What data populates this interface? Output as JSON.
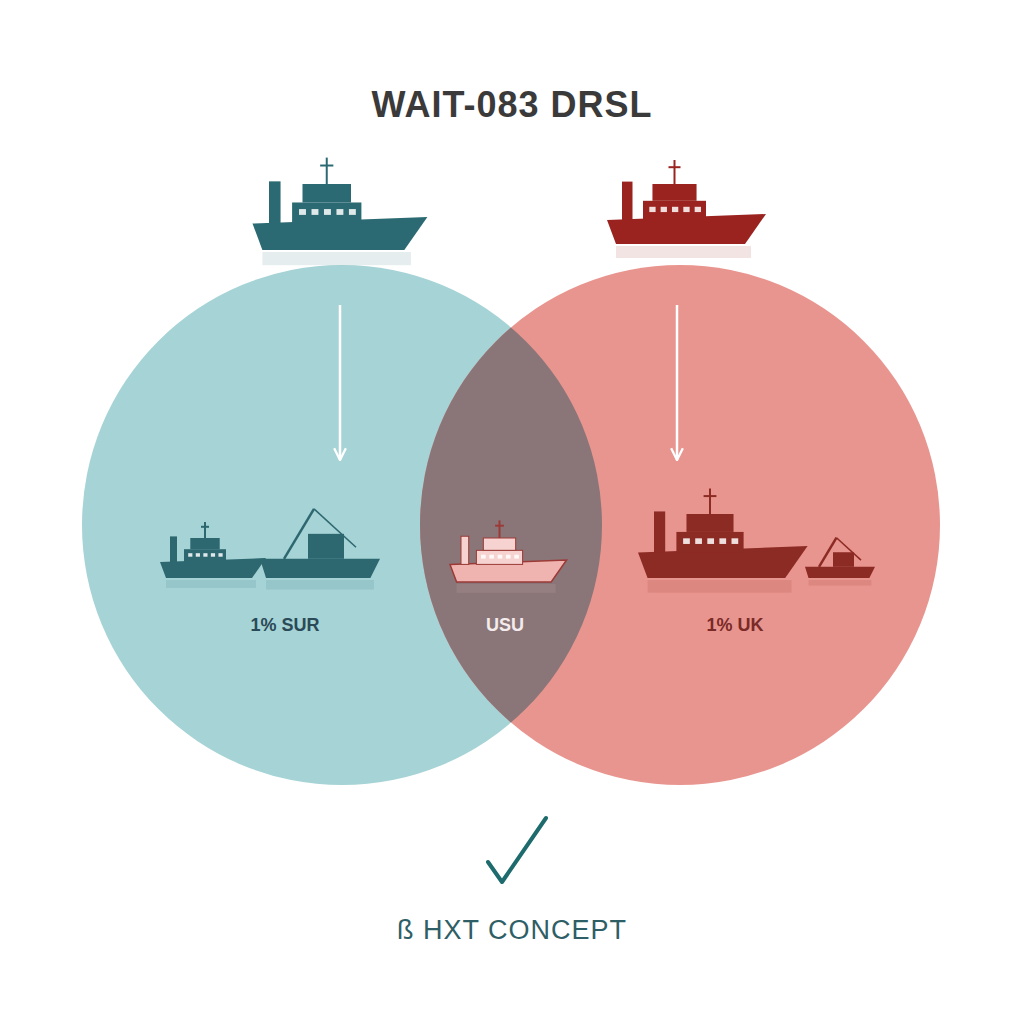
{
  "diagram": {
    "title": "WAIT-083 DRSL",
    "caption": "ß HXT CONCEPT",
    "nodes": [
      {
        "text": [
          "1% SUR"
        ]
      },
      {
        "text": [
          "1% UK"
        ]
      }
    ],
    "labels": [
      "USU"
    ]
  }
}
